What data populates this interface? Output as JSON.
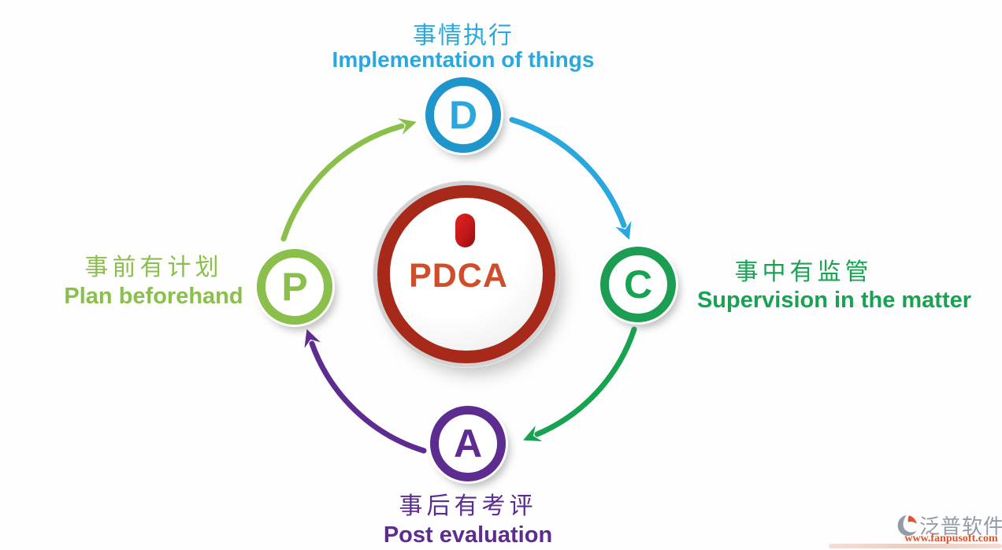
{
  "center": {
    "label": "PDCA"
  },
  "nodes": {
    "plan": {
      "letter": "P",
      "zh": "事前有计划",
      "en": "Plan beforehand",
      "color": "#8abf4c"
    },
    "do": {
      "letter": "D",
      "zh": "事情执行",
      "en": "Implementation of things",
      "color": "#29a7de"
    },
    "check": {
      "letter": "C",
      "zh": "事中有监管",
      "en": "Supervision in the matter",
      "color": "#17a351"
    },
    "act": {
      "letter": "A",
      "zh": "事后有考评",
      "en": "Post evaluation",
      "color": "#5d2c90"
    }
  },
  "cycle_order": [
    "plan",
    "do",
    "check",
    "act"
  ],
  "colors": {
    "center_ring": "#a7291a",
    "center_text": "#d14c2b",
    "indicator_red": "#c3181a",
    "brand_gray": "#949ba8",
    "brand_orange": "#e0512a"
  },
  "watermark": {
    "brand": "泛普软件",
    "url": "www.fanpusoft.com"
  }
}
